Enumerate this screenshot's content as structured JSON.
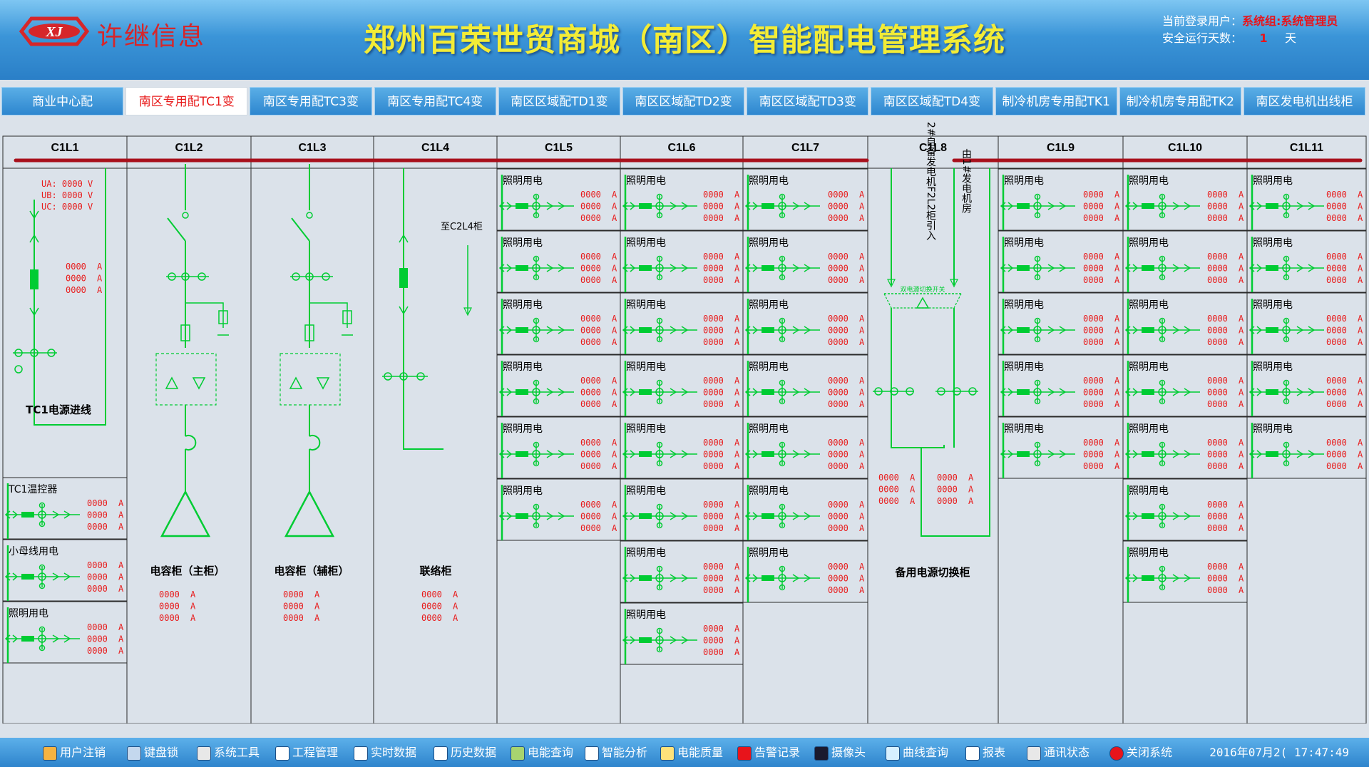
{
  "header": {
    "logo_text": "XJ",
    "brand": "许继信息",
    "title": "郑州百荣世贸商城（南区）智能配电管理系统",
    "login_label": "当前登录用户：",
    "login_value": "系统组:系统管理员",
    "days_label": "安全运行天数：",
    "days_value": "1",
    "days_unit": "天"
  },
  "tabs": [
    "商业中心配",
    "南区专用配TC1变",
    "南区专用配TC3变",
    "南区专用配TC4变",
    "南区区域配TD1变",
    "南区区域配TD2变",
    "南区区域配TD3变",
    "南区区域配TD4变",
    "制冷机房专用配TK1",
    "制冷机房专用配TK2",
    "南区发电机出线柜"
  ],
  "active_tab": 1,
  "cabinets": [
    "C1L1",
    "C1L2",
    "C1L3",
    "C1L4",
    "C1L5",
    "C1L6",
    "C1L7",
    "C1L8",
    "C1L9",
    "C1L10",
    "C1L11"
  ],
  "c1l1": {
    "volt": [
      "UA: 0000 V",
      "UB: 0000 V",
      "UC: 0000 V"
    ],
    "incoming": "TC1电源进线"
  },
  "labels": {
    "cap_main": "电容柜（主柜）",
    "cap_aux": "电容柜（辅柜）",
    "tie": "联络柜",
    "to_c2l4": "至C2L4柜",
    "backup": "备用电源切换柜",
    "gen2": "2#自备发电机F2L2柜引入",
    "gen1": "由1#发电机房",
    "switch": "双电源切换开关",
    "lighting": "照明用电",
    "tc1_temp": "TC1温控器",
    "small_bus": "小母线用电"
  },
  "reading": "0000",
  "unit_a": "A",
  "functions": [
    "用户注销",
    "键盘锁",
    "系统工具",
    "工程管理",
    "实时数据",
    "历史数据",
    "电能查询",
    "智能分析",
    "电能质量",
    "告警记录",
    "摄像头",
    "曲线查询",
    "报表",
    "通讯状态",
    "关闭系统"
  ],
  "clock": "2016年07月2( 17:47:49",
  "colors": {
    "accent": "#00cc33",
    "alarm": "#e81c1c",
    "busbar": "#a8101c",
    "panel": "#dbe2ea"
  }
}
